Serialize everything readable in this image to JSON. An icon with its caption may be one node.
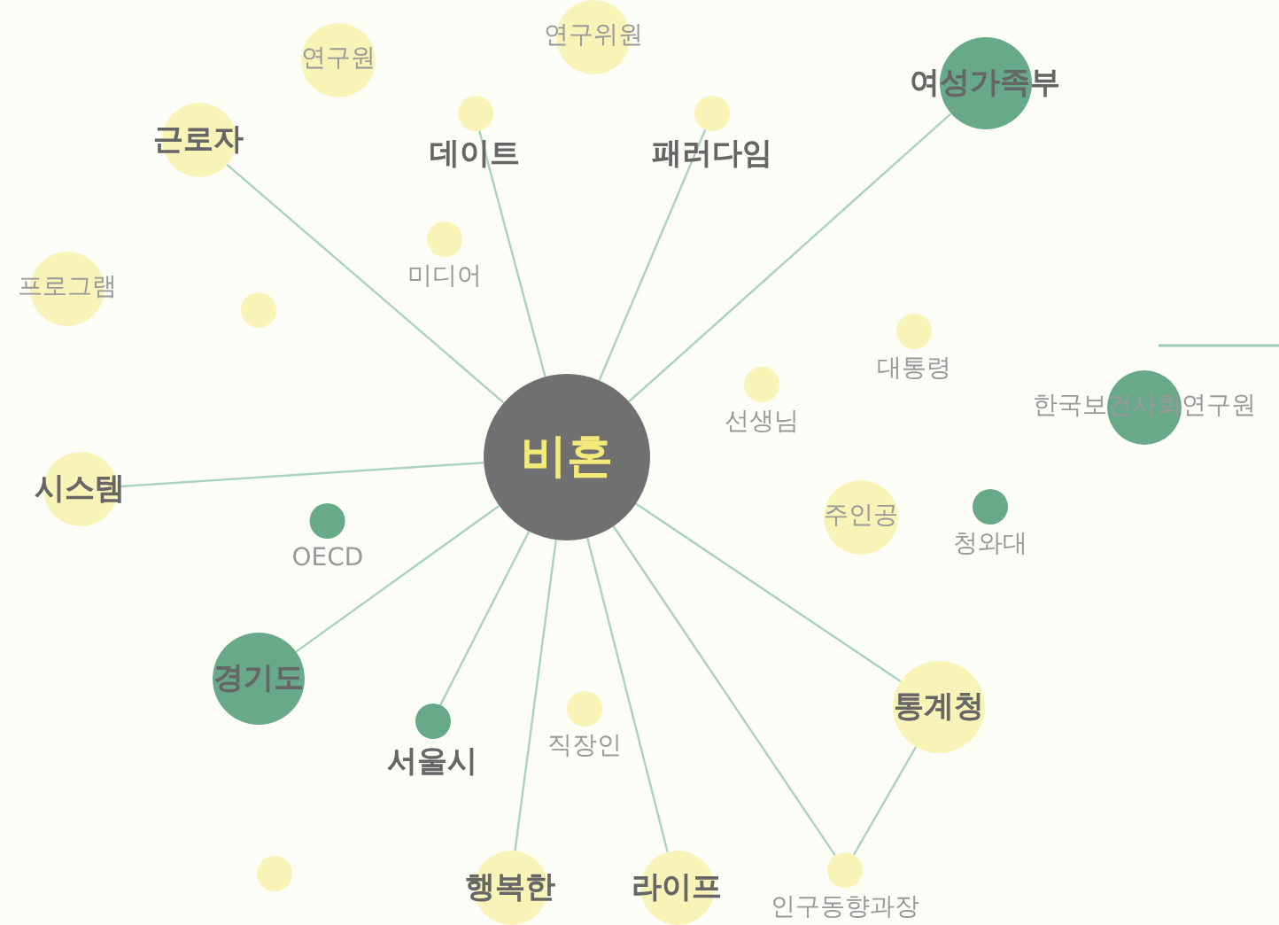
{
  "diagram": {
    "nodes": [
      {
        "text": [
          "비혼"
        ]
      },
      {
        "text": [
          "연구원"
        ]
      },
      {
        "text": [
          "연구위원"
        ]
      },
      {
        "text": [
          "근로자"
        ]
      },
      {
        "text": [
          "데이트"
        ]
      },
      {
        "text": [
          "패러다임"
        ]
      },
      {
        "text": [
          "여성가족부"
        ]
      },
      {
        "text": [
          "미디어"
        ]
      },
      {
        "text": [
          "프로그램"
        ]
      },
      {
        "text": [],
        "shape": "circle"
      },
      {
        "text": [
          "대통령"
        ]
      },
      {
        "text": [
          "선생님"
        ]
      },
      {
        "text": [
          "한국보건사회연구원"
        ]
      },
      {
        "text": [
          "시스템"
        ]
      },
      {
        "text": [
          "주인공"
        ]
      },
      {
        "text": [
          "OECD"
        ]
      },
      {
        "text": [
          "청와대"
        ]
      },
      {
        "text": [
          "경기도"
        ]
      },
      {
        "text": [
          "통계청"
        ]
      },
      {
        "text": [
          "서울시"
        ]
      },
      {
        "text": [
          "직장인"
        ]
      },
      {
        "text": [],
        "shape": "circle"
      },
      {
        "text": [
          "행복한"
        ]
      },
      {
        "text": [
          "라이프"
        ]
      },
      {
        "text": [
          "인구동향과장"
        ]
      }
    ],
    "edges": [
      {
        "from": 0,
        "to": 3,
        "arrow": "none"
      },
      {
        "from": 0,
        "to": 4,
        "arrow": "none"
      },
      {
        "from": 0,
        "to": 5,
        "arrow": "none"
      },
      {
        "from": 0,
        "to": 6,
        "arrow": "none"
      },
      {
        "from": 0,
        "to": 13,
        "arrow": "none"
      },
      {
        "from": 0,
        "to": 17,
        "arrow": "none"
      },
      {
        "from": 0,
        "to": 19,
        "arrow": "none"
      },
      {
        "from": 0,
        "to": 22,
        "arrow": "none"
      },
      {
        "from": 0,
        "to": 23,
        "arrow": "none"
      },
      {
        "from": 0,
        "to": 24,
        "arrow": "none"
      },
      {
        "from": 0,
        "to": 18,
        "arrow": "none"
      },
      {
        "from": 18,
        "to": 24,
        "arrow": "none"
      }
    ]
  }
}
